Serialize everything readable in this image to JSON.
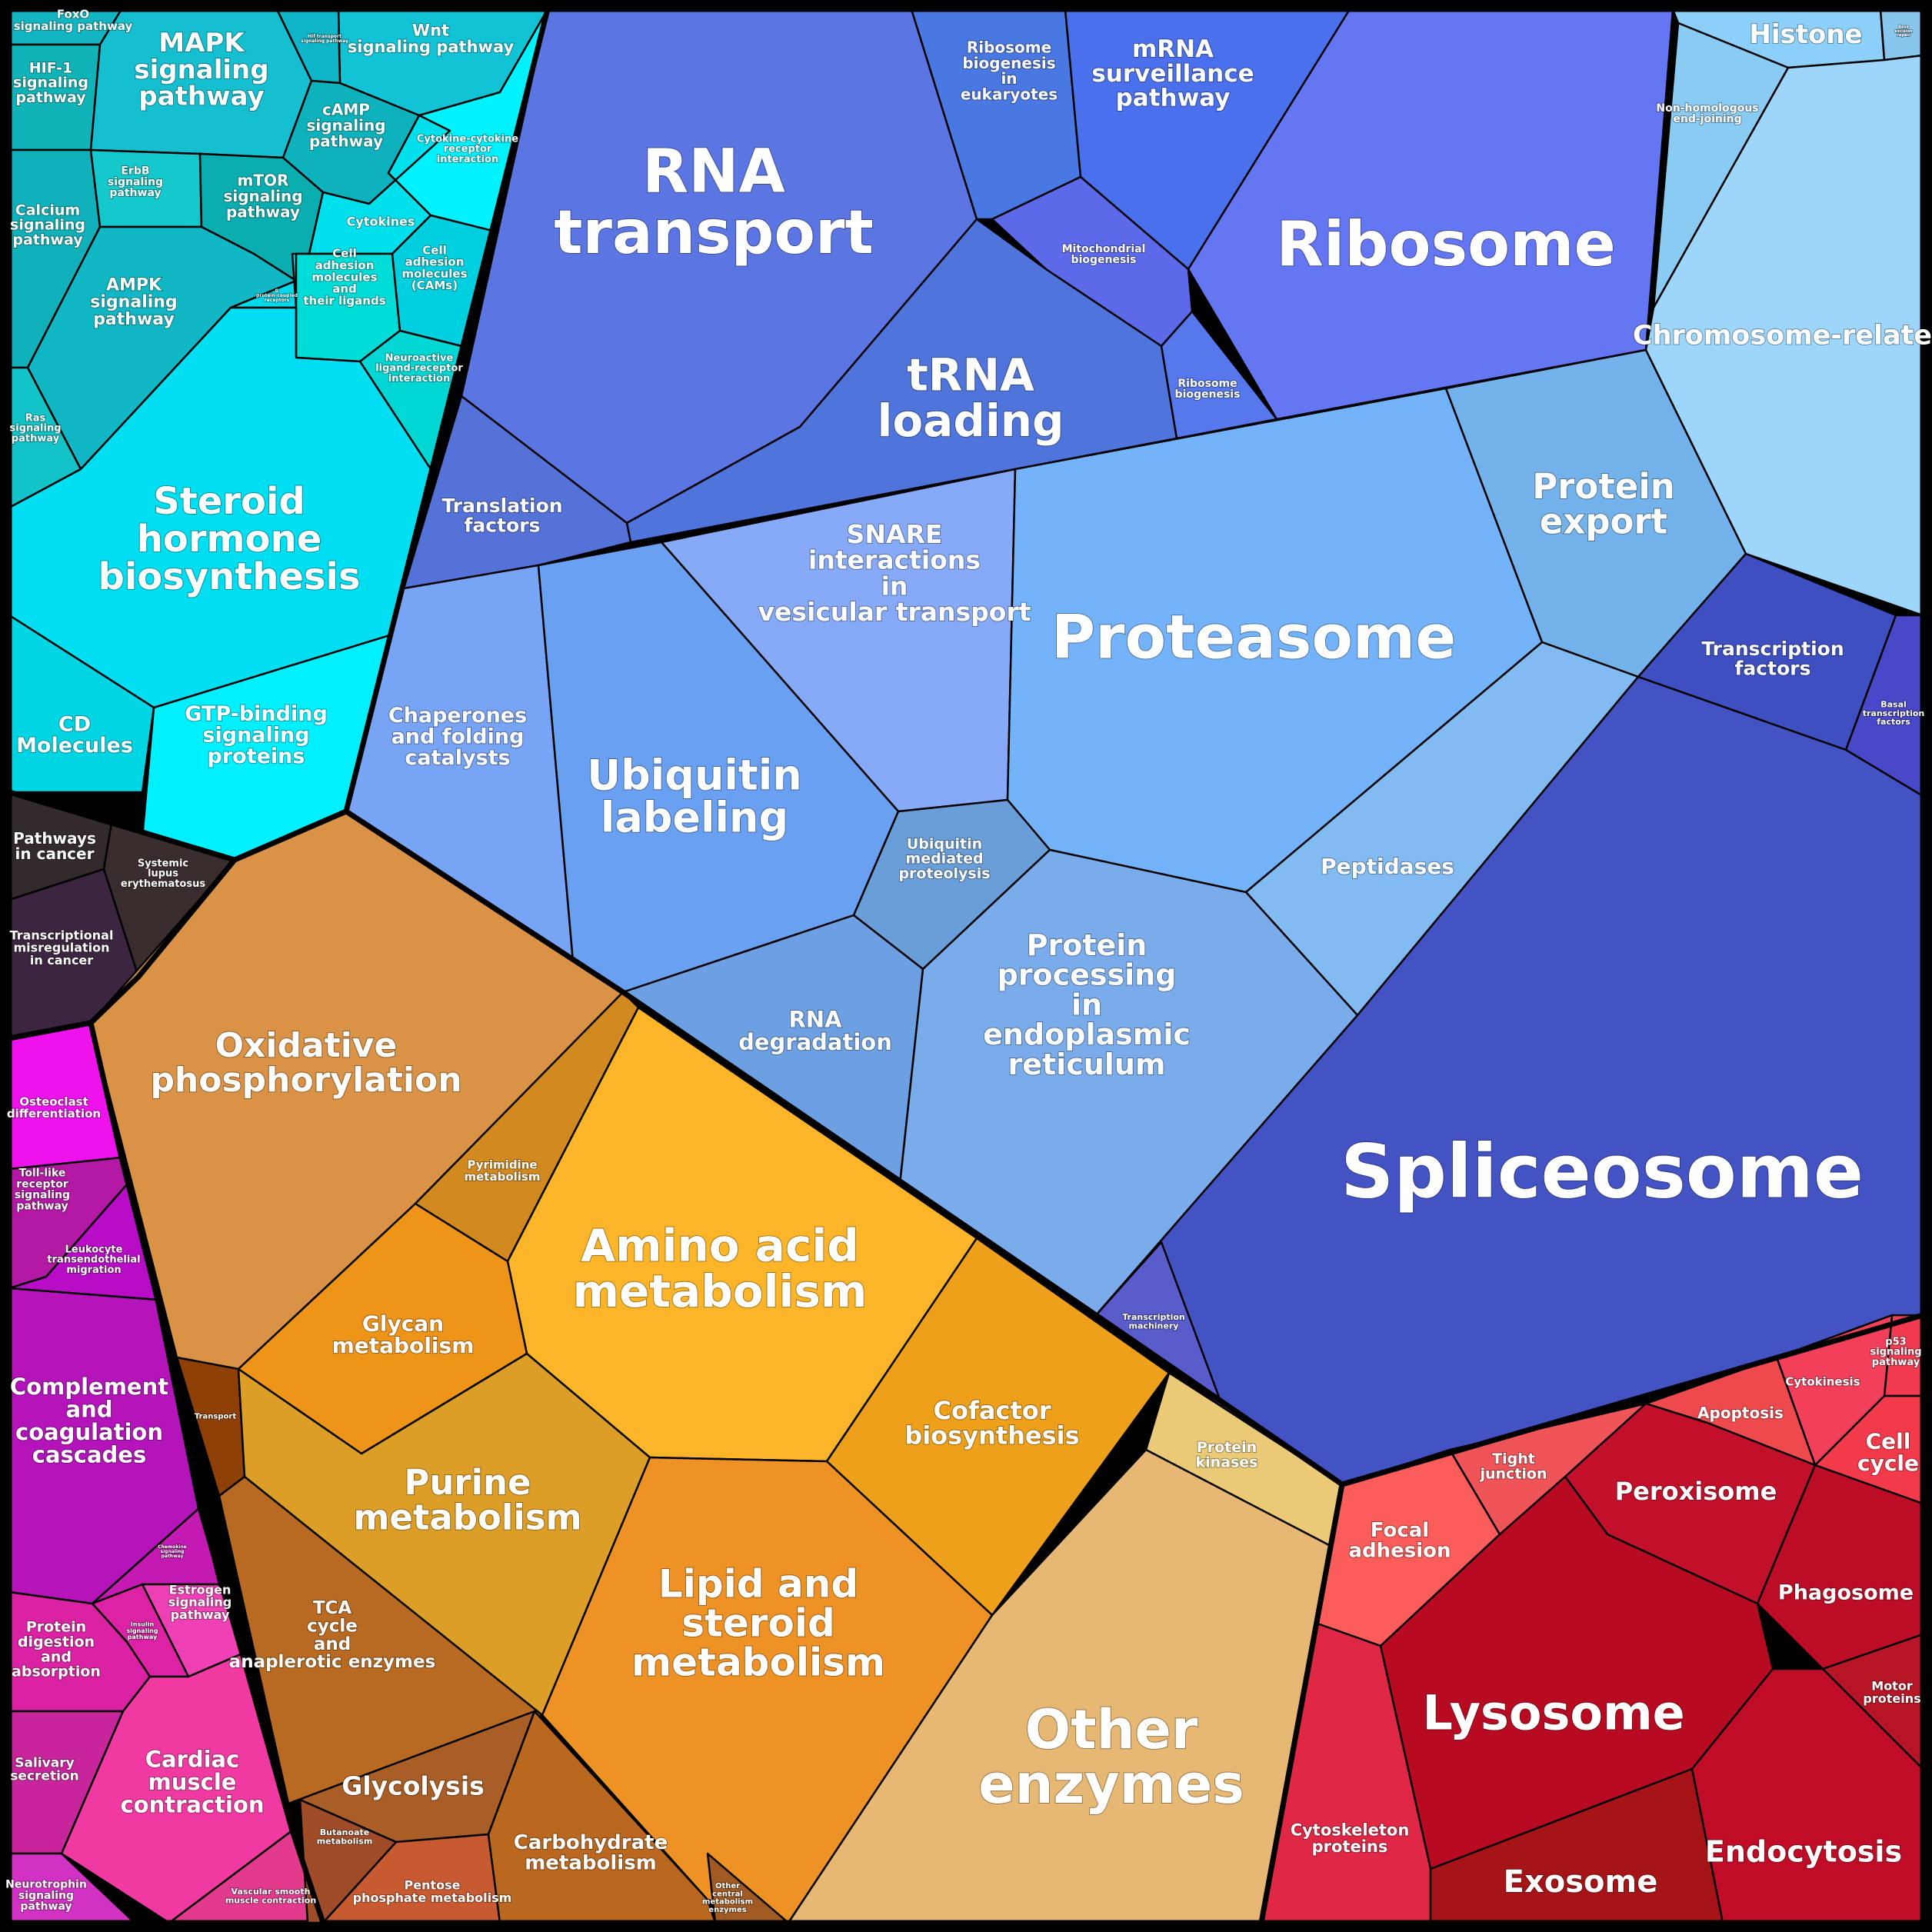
{
  "map": {
    "groups": [
      {
        "key": "signaling",
        "cells": [
          {
            "label": "FoxO signaling pathway",
            "color": "#12b5c2"
          },
          {
            "label": "HIF-1 signaling pathway",
            "color": "#10b3b8"
          },
          {
            "label": "MAPK signaling pathway",
            "color": "#16bfd0"
          },
          {
            "label": "Wnt signaling pathway",
            "color": "#12c3d6"
          },
          {
            "label": "Hif transport signaling pathway",
            "color": "#0fb5c8"
          },
          {
            "label": "cAMP signaling pathway",
            "color": "#0eb2bd"
          },
          {
            "label": "Calcium signaling pathway",
            "color": "#11b1bc"
          },
          {
            "label": "ErbB signaling pathway",
            "color": "#14c8cc"
          },
          {
            "label": "mTOR signaling pathway",
            "color": "#0aaeb0"
          },
          {
            "label": "AMPK signaling pathway",
            "color": "#12b7c6"
          },
          {
            "label": "Ras signaling pathway",
            "color": "#12c4c8"
          },
          {
            "label": "Cytokine-cytokine receptor interaction",
            "color": "#00f2ff"
          },
          {
            "label": "Cytokines",
            "color": "#00e0ec"
          },
          {
            "label": "G protein-coupled receptors",
            "color": "#00d9ea"
          },
          {
            "label": "Cell adhesion molecules and their ligands",
            "color": "#00ddd8"
          },
          {
            "label": "Cell adhesion molecules (CAMs)",
            "color": "#00cfe0"
          },
          {
            "label": "Neuroactive ligand-receptor interaction",
            "color": "#00d7d4"
          },
          {
            "label": "Steroid hormone biosynthesis",
            "color": "#00def2"
          },
          {
            "label": "CD Molecules",
            "color": "#00d5e4"
          },
          {
            "label": "GTP-binding signaling proteins",
            "color": "#00f0ff"
          }
        ]
      },
      {
        "key": "disease",
        "cells": [
          {
            "label": "Pathways in cancer",
            "color": "#322a2d"
          },
          {
            "label": "Systemic lupus erythematosus",
            "color": "#3a2d2e"
          },
          {
            "label": "Transcriptional misregulation in cancer",
            "color": "#3c2540"
          }
        ]
      },
      {
        "key": "organismal",
        "cells": [
          {
            "label": "Osteoclast differentiation",
            "color": "#ee12ec"
          },
          {
            "label": "Toll-like receptor signaling pathway",
            "color": "#b419a6"
          },
          {
            "label": "Leukocyte transendothelial migration",
            "color": "#b80cc6"
          },
          {
            "label": "Complement and coagulation cascades",
            "color": "#b414ba"
          },
          {
            "label": "Chemokine signaling pathway",
            "color": "#c41ab2"
          },
          {
            "label": "Estrogen signaling pathway",
            "color": "#f040b6"
          },
          {
            "label": "Insulin signaling pathway",
            "color": "#de22a6"
          },
          {
            "label": "Protein digestion and absorption",
            "color": "#dc22a4"
          },
          {
            "label": "Salivary secretion",
            "color": "#c8249c"
          },
          {
            "label": "Cardiac muscle contraction",
            "color": "#f03aa2"
          },
          {
            "label": "Neurotrophin signaling pathway",
            "color": "#d232c4"
          },
          {
            "label": "Vascular smooth muscle contraction",
            "color": "#e23a8c"
          }
        ]
      },
      {
        "key": "genetic",
        "cells": [
          {
            "label": "RNA transport",
            "color": "#5b76e2"
          },
          {
            "label": "Ribosome biogenesis in eukaryotes",
            "color": "#4a78e2"
          },
          {
            "label": "mRNA surveillance pathway",
            "color": "#4a70ee"
          },
          {
            "label": "Ribosome",
            "color": "#6576f2"
          },
          {
            "label": "Mitochondrial biogenesis",
            "color": "#5c6aea"
          },
          {
            "label": "tRNA loading",
            "color": "#4f74dc"
          },
          {
            "label": "Ribosome biogenesis",
            "color": "#5778ec"
          },
          {
            "label": "Translation factors",
            "color": "#5472d8"
          },
          {
            "label": "SNARE interactions in vesicular transport",
            "color": "#86aaf8"
          },
          {
            "label": "Proteasome",
            "color": "#74b3fa"
          },
          {
            "label": "Protein export",
            "color": "#74b2ec"
          },
          {
            "label": "Chaperones and folding catalysts",
            "color": "#78a4f6"
          },
          {
            "label": "Ubiquitin labeling",
            "color": "#6aa0f2"
          },
          {
            "label": "Ubiquitin mediated proteolysis",
            "color": "#6a9ed8"
          },
          {
            "label": "Peptidases",
            "color": "#82baf2"
          },
          {
            "label": "RNA degradation",
            "color": "#6ca0e2"
          },
          {
            "label": "Protein processing in endoplasmic reticulum",
            "color": "#7aacec"
          },
          {
            "label": "Histone",
            "color": "#8cd0fa"
          },
          {
            "label": "Non-homologous end-joining",
            "color": "#8acbf4"
          },
          {
            "label": "Base excision repair",
            "color": "#88c6ee"
          },
          {
            "label": "Chromosome-related",
            "color": "#9dd5fb"
          },
          {
            "label": "Transcription factors",
            "color": "#3e4fc2"
          },
          {
            "label": "Basal transcription factors",
            "color": "#4848c8"
          },
          {
            "label": "Spliceosome",
            "color": "#4453c4"
          },
          {
            "label": "Transcription machinery",
            "color": "#5a5ccc"
          }
        ]
      },
      {
        "key": "metabolism",
        "cells": [
          {
            "label": "Oxidative phosphorylation",
            "color": "#d99246"
          },
          {
            "label": "Pyrimidine metabolism",
            "color": "#d28a20"
          },
          {
            "label": "Amino acid metabolism",
            "color": "#fcb528"
          },
          {
            "label": "Glycan metabolism",
            "color": "#ee9418"
          },
          {
            "label": "Cofactor biosynthesis",
            "color": "#eea01a"
          },
          {
            "label": "Transport",
            "color": "#8e4006"
          },
          {
            "label": "Purine metabolism",
            "color": "#dc9e26"
          },
          {
            "label": "Protein kinases",
            "color": "#eaca76"
          },
          {
            "label": "TCA cycle and anaplerotic enzymes",
            "color": "#b86a22"
          },
          {
            "label": "Lipid and steroid metabolism",
            "color": "#ee9226"
          },
          {
            "label": "Other enzymes",
            "color": "#e6b874"
          },
          {
            "label": "Glycolysis",
            "color": "#a85e26"
          },
          {
            "label": "Butanoate metabolism",
            "color": "#a04c28"
          },
          {
            "label": "Pentose phosphate metabolism",
            "color": "#c85a32"
          },
          {
            "label": "Carbohydrate metabolism",
            "color": "#ba6820"
          },
          {
            "label": "Other central metabolism enzymes",
            "color": "#a05a22"
          }
        ]
      },
      {
        "key": "cellular",
        "cells": [
          {
            "label": "p53 signaling pathway",
            "color": "#f23a50"
          },
          {
            "label": "Cytokinesis",
            "color": "#f2405a"
          },
          {
            "label": "Apoptosis",
            "color": "#ee4a4e"
          },
          {
            "label": "Cell cycle",
            "color": "#f23a4a"
          },
          {
            "label": "Focal adhesion",
            "color": "#fc5c5a"
          },
          {
            "label": "Tight junction",
            "color": "#ee5458"
          },
          {
            "label": "Peroxisome",
            "color": "#c2102a"
          },
          {
            "label": "Phagosome",
            "color": "#bc0c26"
          },
          {
            "label": "Motor proteins",
            "color": "#b81626"
          },
          {
            "label": "Lysosome",
            "color": "#b80a20"
          },
          {
            "label": "Cytoskeleton proteins",
            "color": "#e02846"
          },
          {
            "label": "Exosome",
            "color": "#a61418"
          },
          {
            "label": "Endocytosis",
            "color": "#c00c26"
          }
        ]
      }
    ]
  }
}
